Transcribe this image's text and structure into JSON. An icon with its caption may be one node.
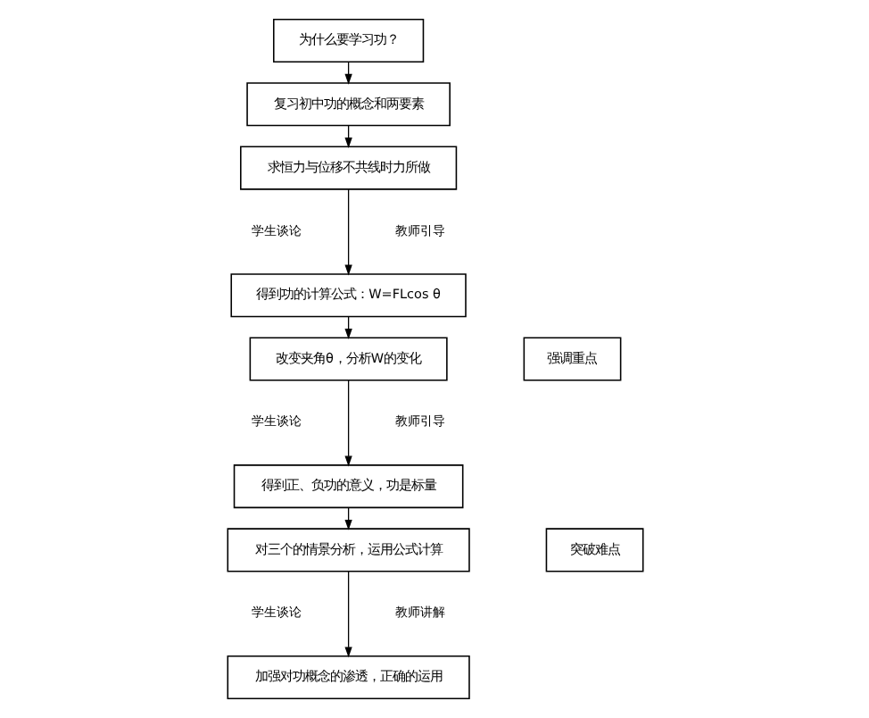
{
  "diagram": {
    "nodes": [
      {
        "text": [
          "为什么要学习功？"
        ]
      },
      {
        "text": [
          "复习初中功的概念和两要素"
        ]
      },
      {
        "text": [
          "求恒力与位移不共线时力所做"
        ]
      },
      {
        "text": [
          "得到功的计算公式：W=FLcos θ"
        ]
      },
      {
        "text": [
          "改变夹角θ，分析W的变化"
        ]
      },
      {
        "text": [
          "得到正、负功的意义，功是标量"
        ]
      },
      {
        "text": [
          "对三个的情景分析，运用公式计算"
        ]
      },
      {
        "text": [
          "加强对功概念的渗透，正确的运用"
        ]
      },
      {
        "text": [
          "强调重点"
        ]
      },
      {
        "text": [
          "突破难点"
        ]
      }
    ],
    "edges": [
      {
        "from": 0,
        "to": 1,
        "arrow": "to"
      },
      {
        "from": 1,
        "to": 2,
        "arrow": "to"
      },
      {
        "from": 2,
        "to": 3,
        "arrow": "to"
      },
      {
        "from": 3,
        "to": 4,
        "arrow": "to"
      },
      {
        "from": 4,
        "to": 5,
        "arrow": "to"
      },
      {
        "from": 5,
        "to": 6,
        "arrow": "to"
      },
      {
        "from": 6,
        "to": 7,
        "arrow": "to"
      }
    ],
    "labels": [
      "学生谈论",
      "教师引导",
      "学生谈论",
      "教师引导",
      "学生谈论",
      "教师讲解"
    ]
  }
}
